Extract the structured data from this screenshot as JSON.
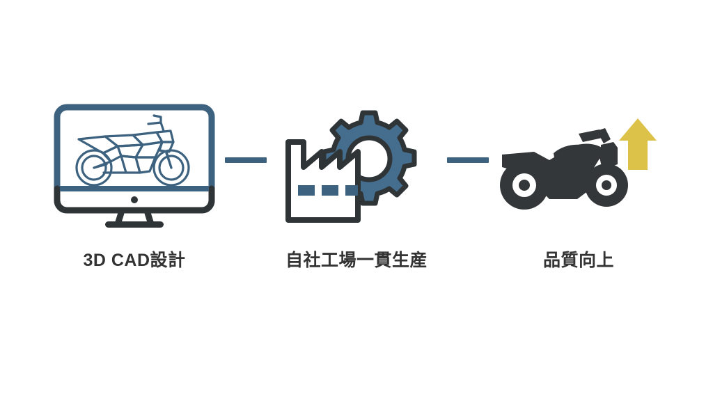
{
  "infographic": {
    "background_color": "#ffffff",
    "accent_color": "#3c6280",
    "gear_fill_color": "#456e8e",
    "outline_color": "#2f3437",
    "arrow_color": "#ddc24a",
    "text_color": "#333333",
    "steps": [
      {
        "label": "3D CAD設計",
        "icon": "desktop-monitor-wireframe-motorcycle-icon"
      },
      {
        "label": "自社工場一貫生産",
        "icon": "factory-gear-icon"
      },
      {
        "label": "品質向上",
        "icon": "motorcycle-up-arrow-icon"
      }
    ],
    "connectors": [
      {
        "name": "connector-line-1",
        "icon": "horizontal-line-icon"
      },
      {
        "name": "connector-line-2",
        "icon": "horizontal-line-icon"
      }
    ]
  }
}
